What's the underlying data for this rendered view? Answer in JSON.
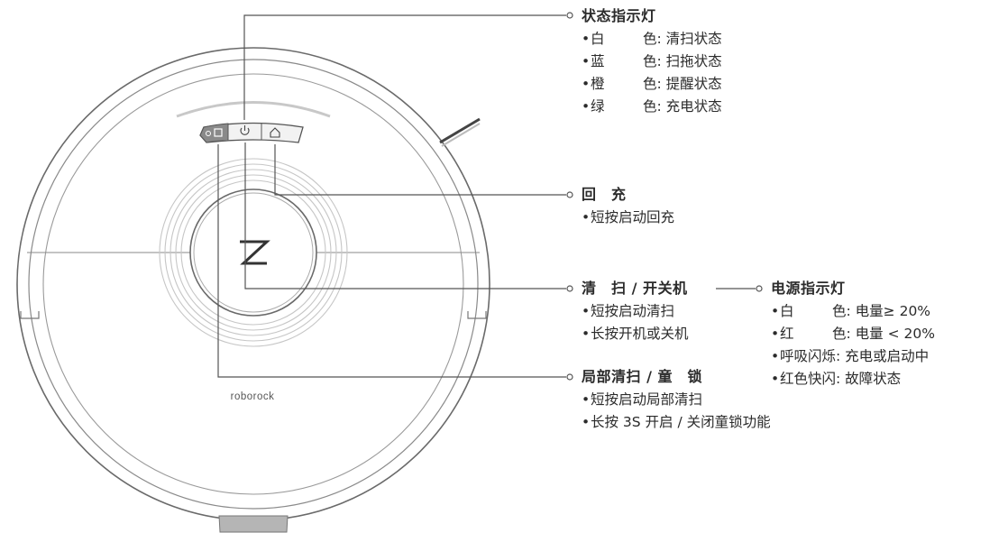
{
  "brand": "roborock",
  "status_light": {
    "title": "状态指示灯",
    "items": [
      {
        "color": "白",
        "suffix": "色",
        "desc": "清扫状态"
      },
      {
        "color": "蓝",
        "suffix": "色",
        "desc": "扫拖状态"
      },
      {
        "color": "橙",
        "suffix": "色",
        "desc": "提醒状态"
      },
      {
        "color": "绿",
        "suffix": "色",
        "desc": "充电状态"
      }
    ]
  },
  "dock": {
    "title": "回　充",
    "items": [
      "短按启动回充"
    ]
  },
  "clean_power": {
    "title": "清　扫 / 开关机",
    "items": [
      "短按启动清扫",
      "长按开机或关机"
    ]
  },
  "power_light": {
    "title": "电源指示灯",
    "items": [
      {
        "label": "白",
        "suffix": "色",
        "desc": "电量≥ 20%"
      },
      {
        "label": "红",
        "suffix": "色",
        "desc": "电量 < 20%"
      },
      {
        "label": "呼吸闪烁",
        "suffix": "",
        "desc": "充电或启动中"
      },
      {
        "label": "红色快闪",
        "suffix": "",
        "desc": "故障状态"
      }
    ]
  },
  "spot_lock": {
    "title": "局部清扫 / 童　锁",
    "items": [
      "短按启动局部清扫",
      "长按 3S 开启 / 关闭童锁功能"
    ]
  },
  "colors": {
    "line": "#555555",
    "outline": "#6a6a6a",
    "bumper": "#b5b5b5",
    "ring": "#c8c8c8"
  }
}
